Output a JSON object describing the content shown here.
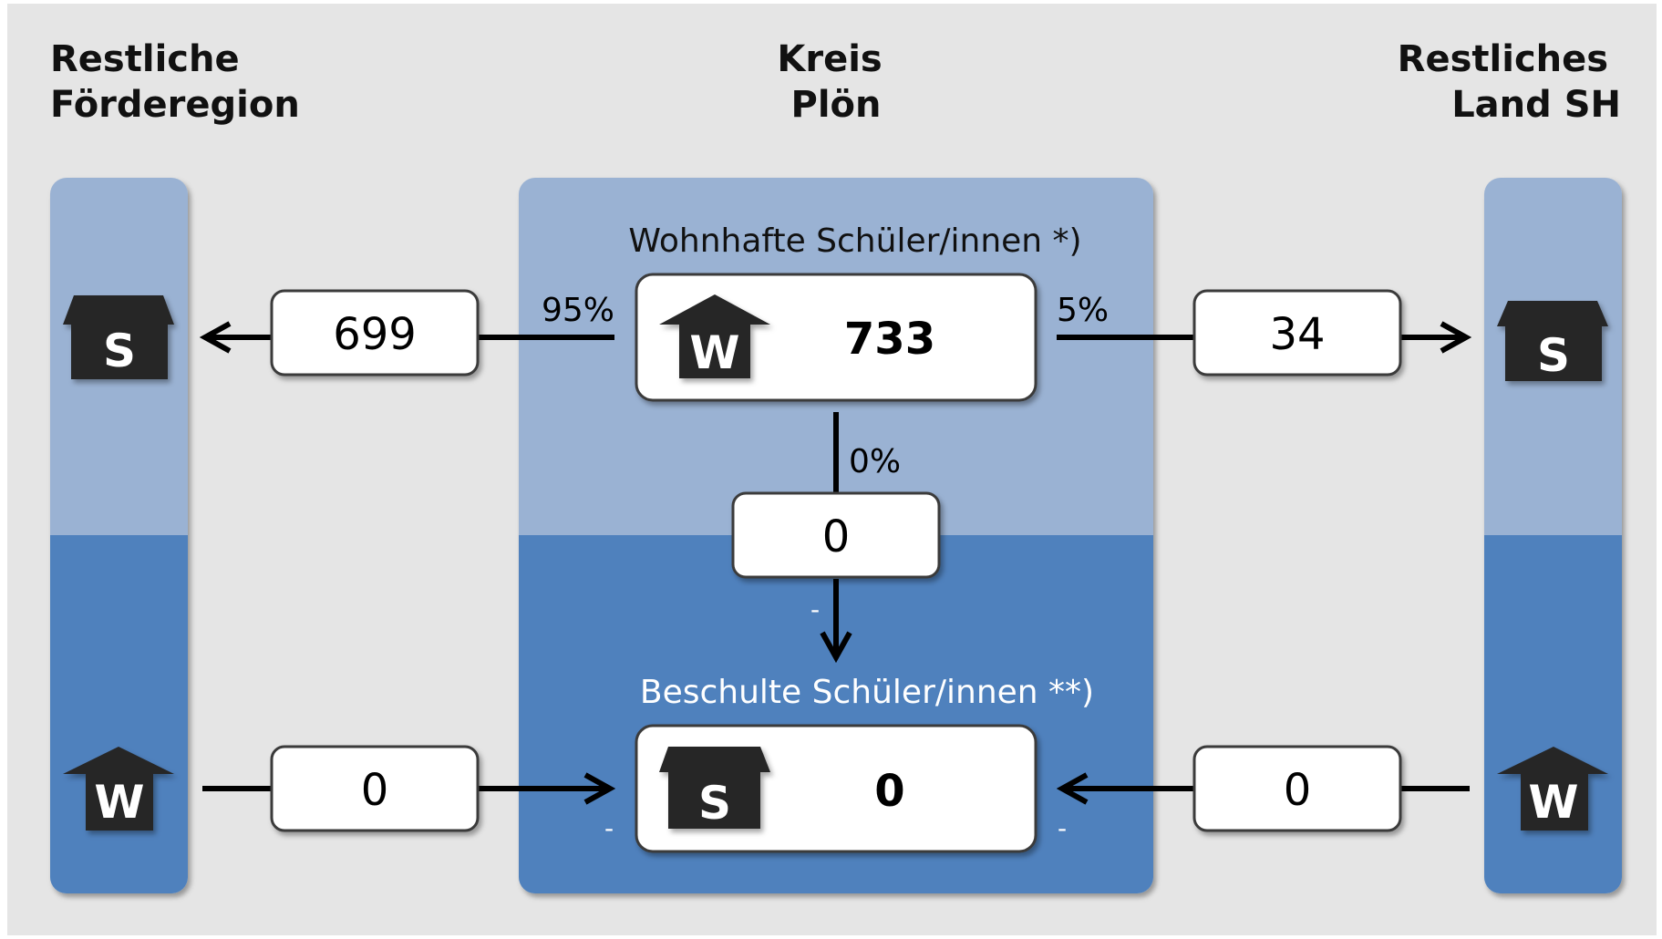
{
  "colors": {
    "background": "#e5e5e5",
    "panel_light": "#9ab2d3",
    "panel_dark": "#4f81bd",
    "house": "#262626",
    "box_fill": "#ffffff",
    "box_stroke": "#3a3a3a",
    "label_dark": "#111111",
    "label_light": "#ffffff"
  },
  "regions": {
    "left_title": [
      "Restliche",
      "Förderegion"
    ],
    "center_title": [
      "Kreis",
      "Plön"
    ],
    "right_title": [
      "Restliches",
      "Land SH"
    ]
  },
  "center": {
    "wohnhafte_label": "Wohnhafte Schüler/innen *)",
    "wohnhafte_value": "733",
    "beschulte_label": "Beschulte Schüler/innen  **)",
    "beschulte_value": "0"
  },
  "flows": {
    "to_left_value": "699",
    "to_left_pct": "95%",
    "to_right_value": "34",
    "to_right_pct": "5%",
    "internal_value": "0",
    "internal_pct": "0%",
    "internal_dash": "-",
    "from_left_value": "0",
    "from_left_dash": "-",
    "from_right_value": "0",
    "from_right_dash": "-"
  },
  "icons": {
    "school": "S",
    "home": "W"
  }
}
